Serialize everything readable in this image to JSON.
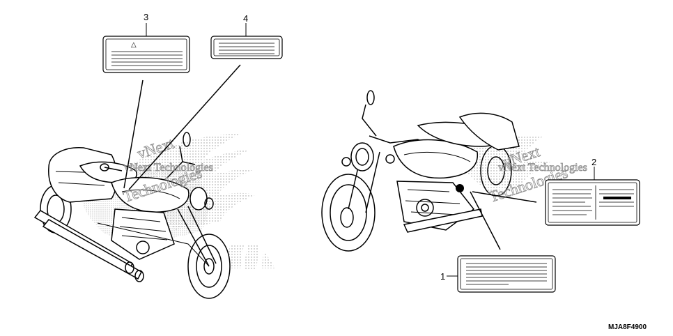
{
  "callouts": {
    "c1": "1",
    "c2": "2",
    "c3": "3",
    "c4": "4"
  },
  "label3": {
    "symbol": "△"
  },
  "watermark": {
    "left": [
      "vNext Technologies",
      "vNext",
      "Technologies"
    ],
    "right": [
      "vNext",
      "vNext Technologies",
      "Technologies"
    ]
  },
  "diagram_code": "MJA8F4900"
}
